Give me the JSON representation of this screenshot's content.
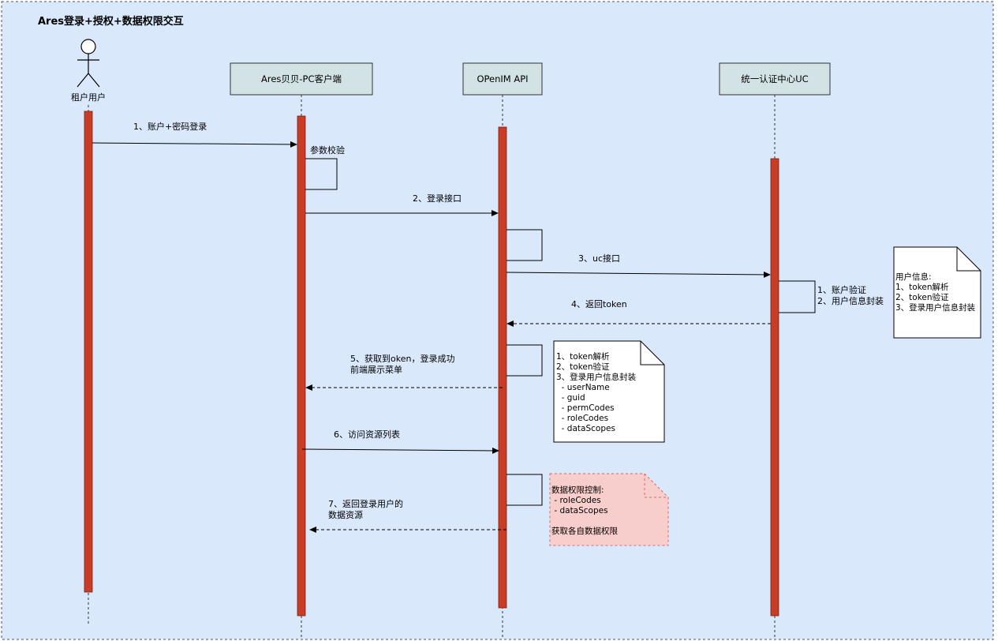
{
  "diagram": {
    "title": "Ares登录+授权+数据权限交互",
    "actor": {
      "label": "租户用户"
    },
    "participants": [
      {
        "label": "Ares贝贝-PC客户端"
      },
      {
        "label": "OPenIM API"
      },
      {
        "label": "统一认证中心UC"
      }
    ],
    "messages": [
      {
        "label": "1、账户+密码登录"
      },
      {
        "label": "参数校验"
      },
      {
        "label": "2、登录接口"
      },
      {
        "label": "3、uc接口"
      },
      {
        "lines": [
          "1、账户验证",
          "2、用户信息封装"
        ]
      },
      {
        "label": "4、返回token"
      },
      {
        "lines": [
          "5、获取到oken，登录成功",
          "前端展示菜单"
        ]
      },
      {
        "label": "6、访问资源列表"
      },
      {
        "lines": [
          "7、返回登录用户的",
          "数据资源"
        ]
      }
    ],
    "notes": {
      "uc_note": [
        "用户信息:",
        "1、token解析",
        "2、token验证",
        "3、登录用户信息封装"
      ],
      "api_note": [
        "1、token解析",
        "2、token验证",
        "3、登录用户信息封装",
        "  - userName",
        "  - guid",
        "  - permCodes",
        "  - roleCodes",
        "  - dataScopes"
      ],
      "perm_note": [
        "数据权限控制:",
        " - roleCodes",
        " - dataScopes",
        "",
        "获取各自数据权限"
      ]
    },
    "colors": {
      "background": "#dae8fc",
      "participant_fill": "#d3e2e4",
      "activation": "#c93d26",
      "perm_note_fill": "#f8cecc",
      "perm_note_border": "#d66a68"
    }
  }
}
